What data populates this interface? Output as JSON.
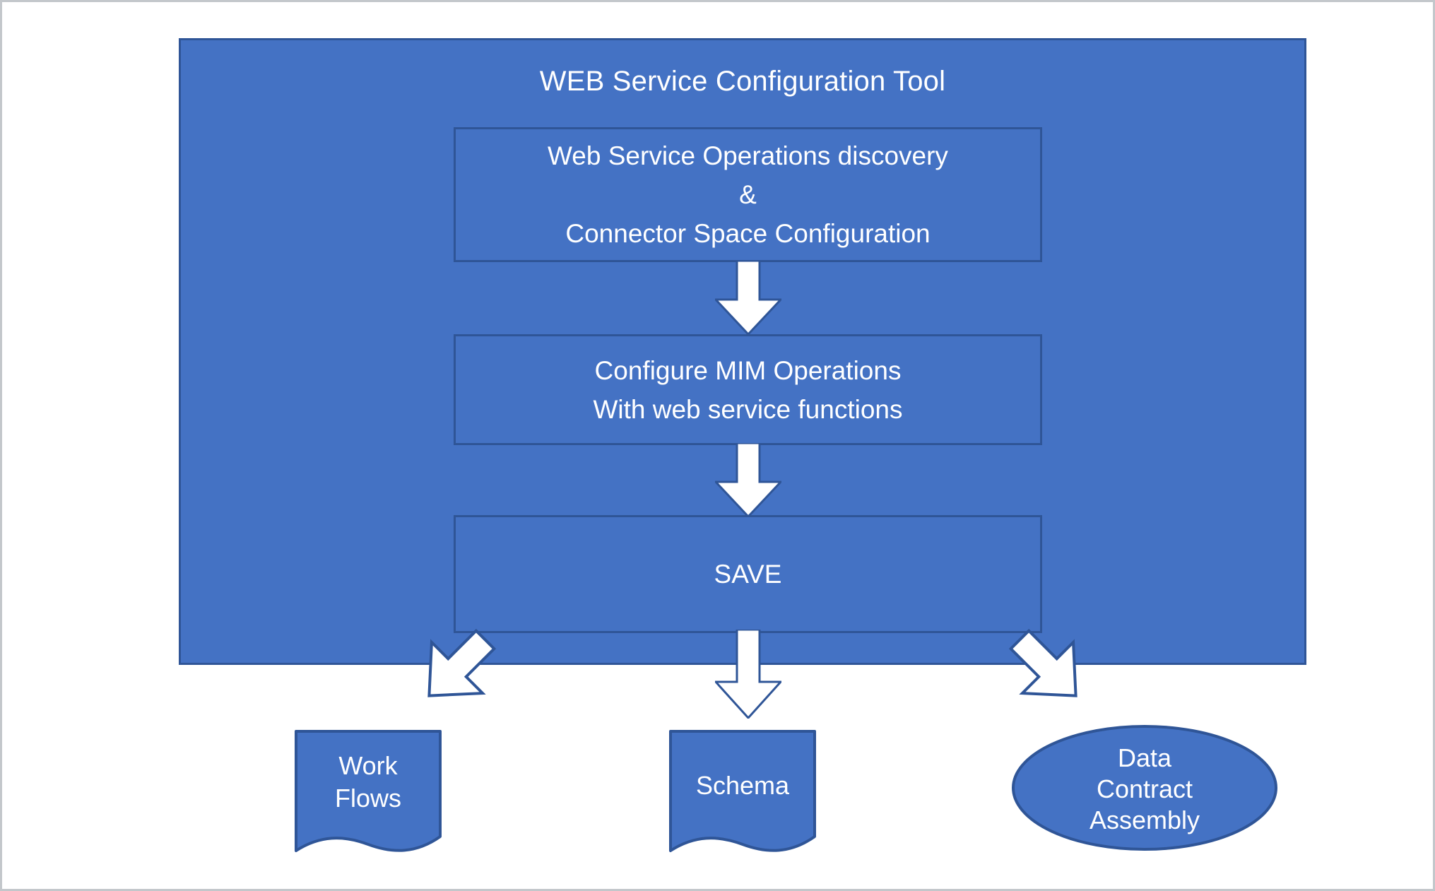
{
  "diagram": {
    "title": "WEB Service Configuration Tool",
    "colors": {
      "shape_fill": "#4472C4",
      "shape_border": "#2F5597",
      "arrow_fill": "#FFFFFF",
      "arrow_border": "#2F5597",
      "text": "#FFFFFF",
      "page_border": "#C3C7CB",
      "background": "#FFFFFF"
    },
    "steps": [
      {
        "id": "step-1",
        "lines": [
          "Web Service Operations discovery",
          "&",
          "Connector Space Configuration"
        ]
      },
      {
        "id": "step-2",
        "lines": [
          "Configure MIM Operations",
          "With web service functions"
        ]
      },
      {
        "id": "step-3",
        "lines": [
          "SAVE"
        ]
      }
    ],
    "connectors": [
      {
        "id": "arrow-1",
        "icon": "arrow-down-icon",
        "from": "step-1",
        "to": "step-2",
        "direction": "down"
      },
      {
        "id": "arrow-2",
        "icon": "arrow-down-icon",
        "from": "step-2",
        "to": "step-3",
        "direction": "down"
      },
      {
        "id": "arrow-left-diag",
        "icon": "arrow-down-left-icon",
        "from": "step-3",
        "to": "doc-workflows",
        "direction": "down-left"
      },
      {
        "id": "arrow-3",
        "icon": "arrow-down-icon",
        "from": "step-3",
        "to": "doc-schema",
        "direction": "down"
      },
      {
        "id": "arrow-right-diag",
        "icon": "arrow-down-right-icon",
        "from": "step-3",
        "to": "ellipse-data-contract",
        "direction": "down-right"
      }
    ],
    "outputs": [
      {
        "id": "doc-workflows",
        "shape": "document",
        "lines": [
          "Work",
          "Flows"
        ]
      },
      {
        "id": "doc-schema",
        "shape": "document",
        "lines": [
          "Schema"
        ]
      },
      {
        "id": "ellipse-data-contract",
        "shape": "ellipse",
        "lines": [
          "Data",
          "Contract",
          "Assembly"
        ]
      }
    ]
  }
}
